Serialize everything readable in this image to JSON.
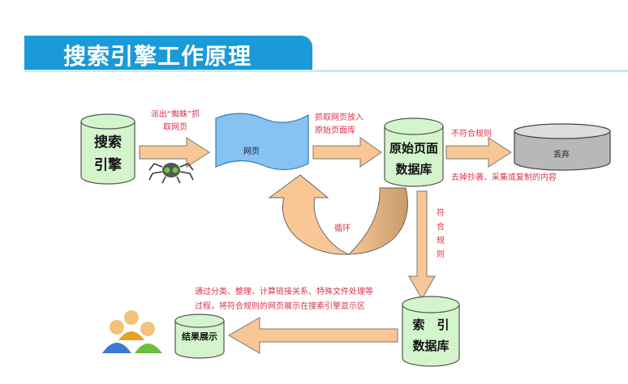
{
  "title": "搜索引擎工作原理",
  "nodes": {
    "search_engine": [
      "搜索",
      "引擎"
    ],
    "webpage": "网页",
    "raw_db": [
      "原始页面",
      "数据库"
    ],
    "discard": "丢弃",
    "index_db": [
      "索　引",
      "数据库"
    ],
    "results": "结果展示"
  },
  "labels": {
    "spider": [
      "派出“蜘蛛”抓",
      "取网页"
    ],
    "store": [
      "抓取网页放入",
      "原始页面库"
    ],
    "reject": "不符合规则",
    "remove": "去掉抄袭、采集或复制的内容",
    "loop": "循环",
    "accept": [
      "符",
      "合",
      "规",
      "则"
    ],
    "process": [
      "通过分类、整理、计算链接关系、特殊文件处理等",
      "过程，将符合规则的网页展示在搜索引擎显示区"
    ]
  },
  "colors": {
    "banner": "#1a9ad6",
    "cylinder": "#d4f5cc",
    "arrow": "#f9c796",
    "label": "#d8344a"
  }
}
